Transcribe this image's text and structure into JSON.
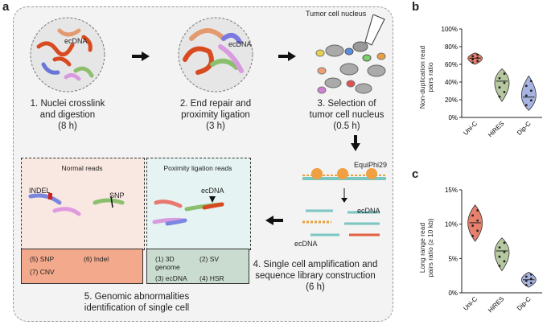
{
  "panel_letters": {
    "a": "a",
    "b": "b",
    "c": "c"
  },
  "steps": {
    "s1": {
      "line1": "1. Nuclei crosslink",
      "line2": "and digestion",
      "time": "(8 h)"
    },
    "s2": {
      "line1": "2. End repair and",
      "line2": "proximity ligation",
      "time": "(3 h)"
    },
    "s3": {
      "line1": "3. Selection of",
      "line2": "tumor cell nucleus",
      "time": "(0.5 h)"
    },
    "s4": {
      "line1": "4. Single cell amplification and",
      "line2": "sequence library construction",
      "time": "(6 h)"
    },
    "s5": {
      "line1": "5. Genomic abnormalities",
      "line2": "identification of single cell"
    }
  },
  "labels": {
    "ecdna": "ecDNA",
    "tumor_nucleus": "Tumor cell nucleus",
    "equiphi": "EquiPhi29",
    "indel": "INDEL",
    "snp": "SNP"
  },
  "normal_reads": {
    "title": "Normal reads",
    "items": [
      "(5) SNP",
      "(6) Indel",
      "(7) CNV"
    ]
  },
  "proximity_reads": {
    "title": "Poximity ligation reads",
    "items": [
      "(1) 3D genome",
      "(2) SV",
      "(3) ecDNA",
      "(4) HSR"
    ]
  },
  "colors": {
    "uni_c": "#e8806e",
    "hires": "#b5c8a0",
    "dip_c": "#a7b3e0",
    "normal_bg": "#f9e7e1",
    "normal_table": "#f3a98c",
    "prox_bg": "#e5f4f2",
    "prox_table": "#c9dccf"
  },
  "chart_data": [
    {
      "type": "violin",
      "ylabel": "Non-duplication read pairs ratio",
      "ylim": [
        0,
        100
      ],
      "yticks": [
        "0%",
        "20%",
        "40%",
        "60%",
        "80%",
        "100%"
      ],
      "categories": [
        "Uni-C",
        "HiRES",
        "Dip-C"
      ],
      "medians": [
        67,
        41,
        23
      ],
      "ranges": [
        [
          60,
          73
        ],
        [
          18,
          55
        ],
        [
          8,
          47
        ]
      ]
    },
    {
      "type": "violin",
      "ylabel": "Long range read pairs ratio (≥ 10 kb)",
      "ylim": [
        0,
        15
      ],
      "yticks": [
        "0%",
        "5%",
        "10%",
        "15%"
      ],
      "categories": [
        "Uni-C",
        "HiRES",
        "Dip-C"
      ],
      "medians": [
        10.2,
        6.1,
        1.9
      ],
      "ranges": [
        [
          7.5,
          12.8
        ],
        [
          3.2,
          8.0
        ],
        [
          0.8,
          3.0
        ]
      ]
    }
  ]
}
